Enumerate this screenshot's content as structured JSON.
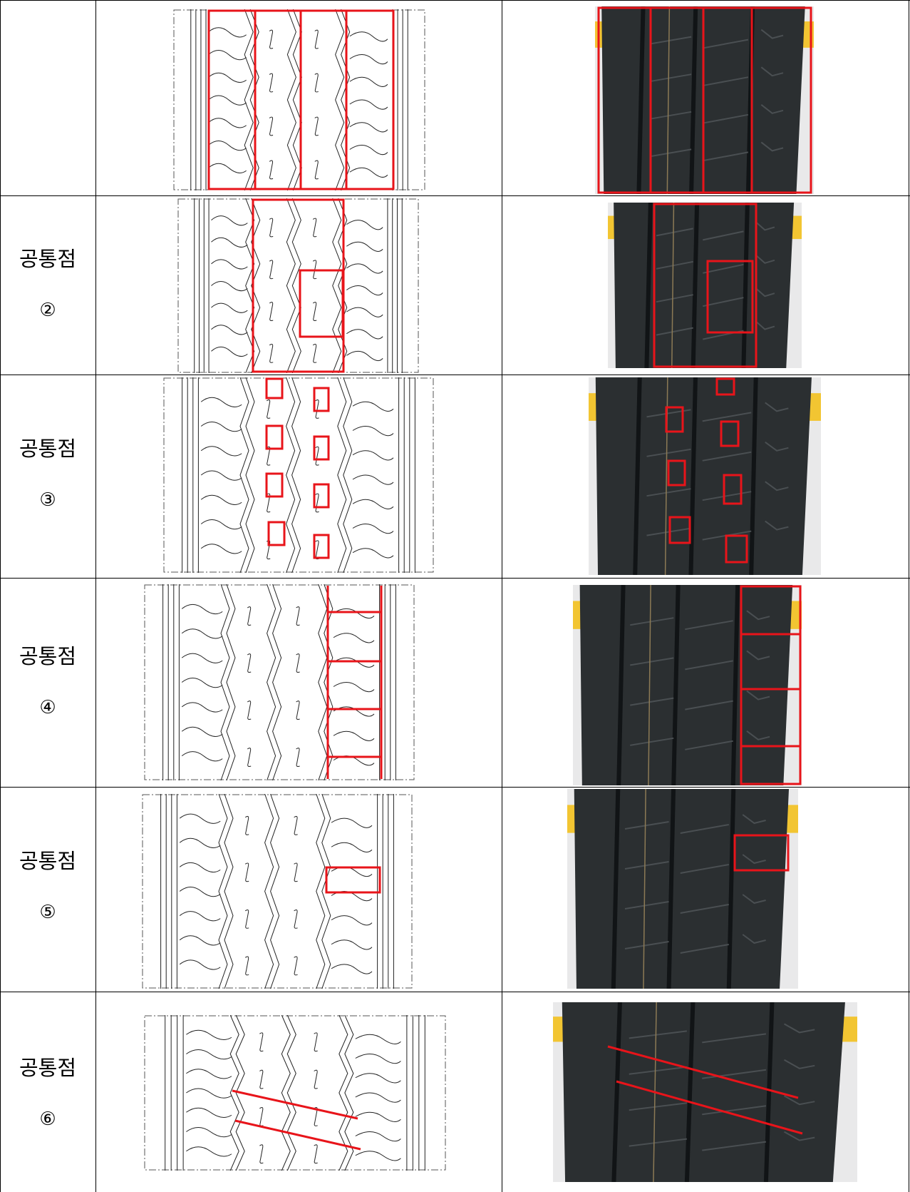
{
  "rows": [
    {
      "label": "",
      "number": ""
    },
    {
      "label": "공통점",
      "number": "②"
    },
    {
      "label": "공통점",
      "number": "③"
    },
    {
      "label": "공통점",
      "number": "④"
    },
    {
      "label": "공통점",
      "number": "⑤"
    },
    {
      "label": "공통점",
      "number": "⑥"
    }
  ],
  "colors": {
    "highlight": "#e8141a",
    "tread_dark": "#2b2f31",
    "grid": "#000000"
  }
}
